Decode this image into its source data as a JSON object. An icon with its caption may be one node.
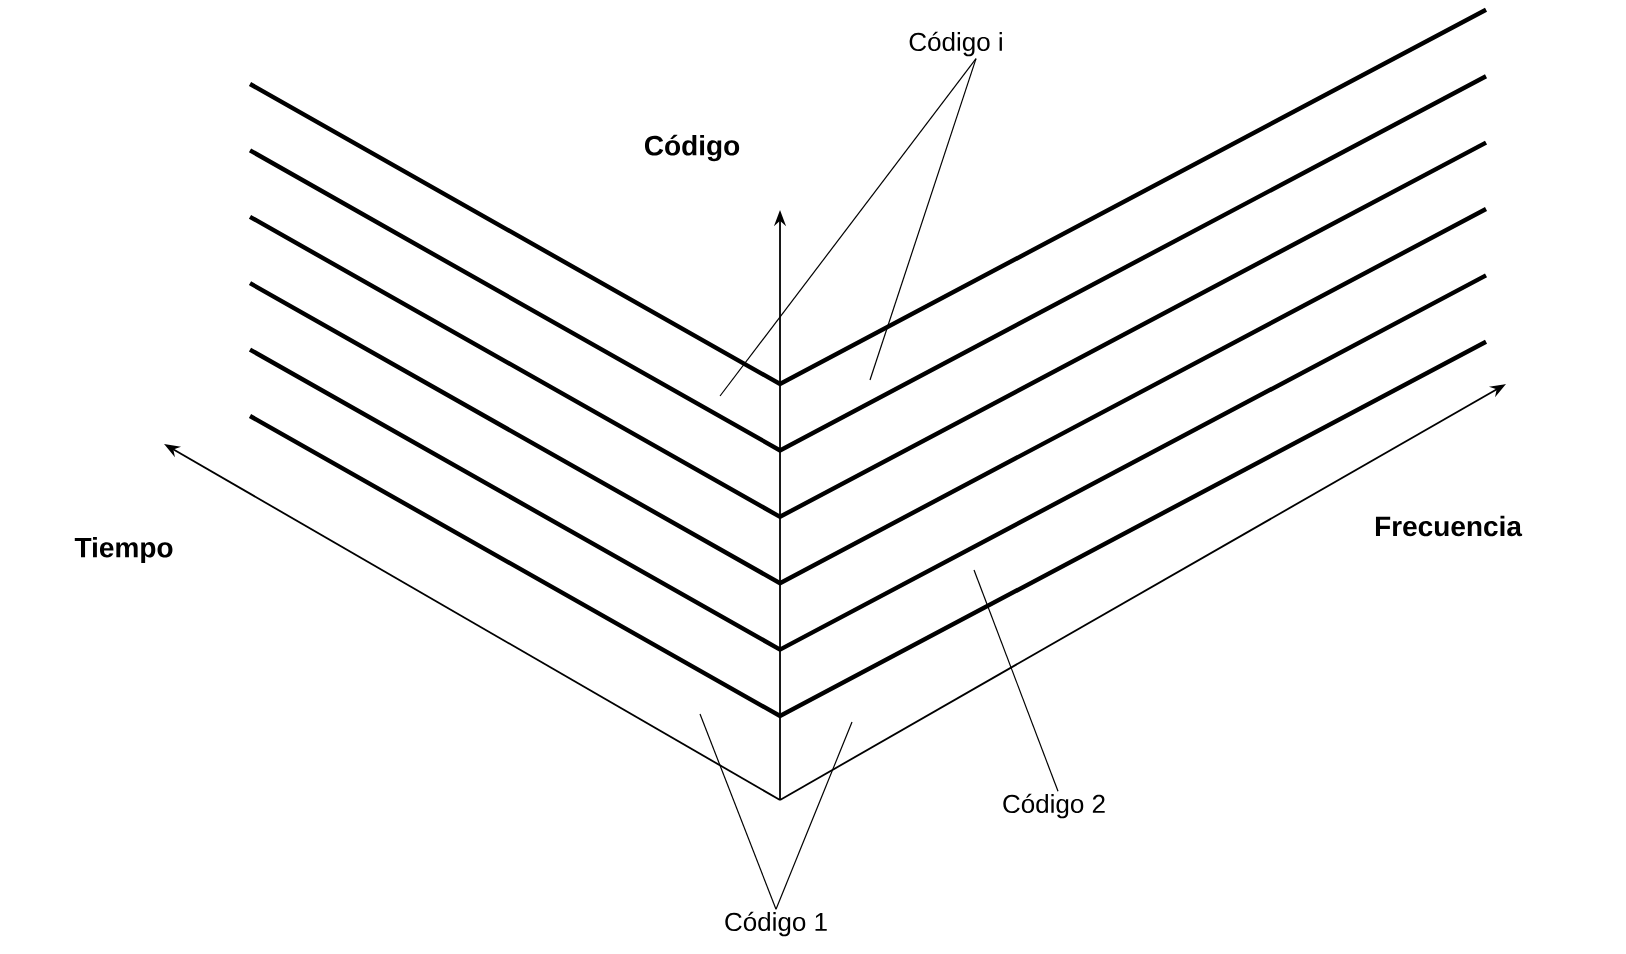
{
  "diagram": {
    "nodes": [
      {
        "text": [
          "Código i"
        ]
      },
      {
        "text": [
          "Código 2"
        ]
      },
      {
        "text": [
          "Código 1"
        ]
      }
    ],
    "edges": [
      {
        "from": 0,
        "to": null,
        "arrow": "none"
      },
      {
        "from": 0,
        "to": null,
        "arrow": "none"
      },
      {
        "from": 1,
        "to": null,
        "arrow": "none"
      },
      {
        "from": 2,
        "to": null,
        "arrow": "none"
      },
      {
        "from": 2,
        "to": null,
        "arrow": "none"
      }
    ],
    "labels": [
      "Código",
      "Tiempo",
      "Frecuencia"
    ]
  }
}
